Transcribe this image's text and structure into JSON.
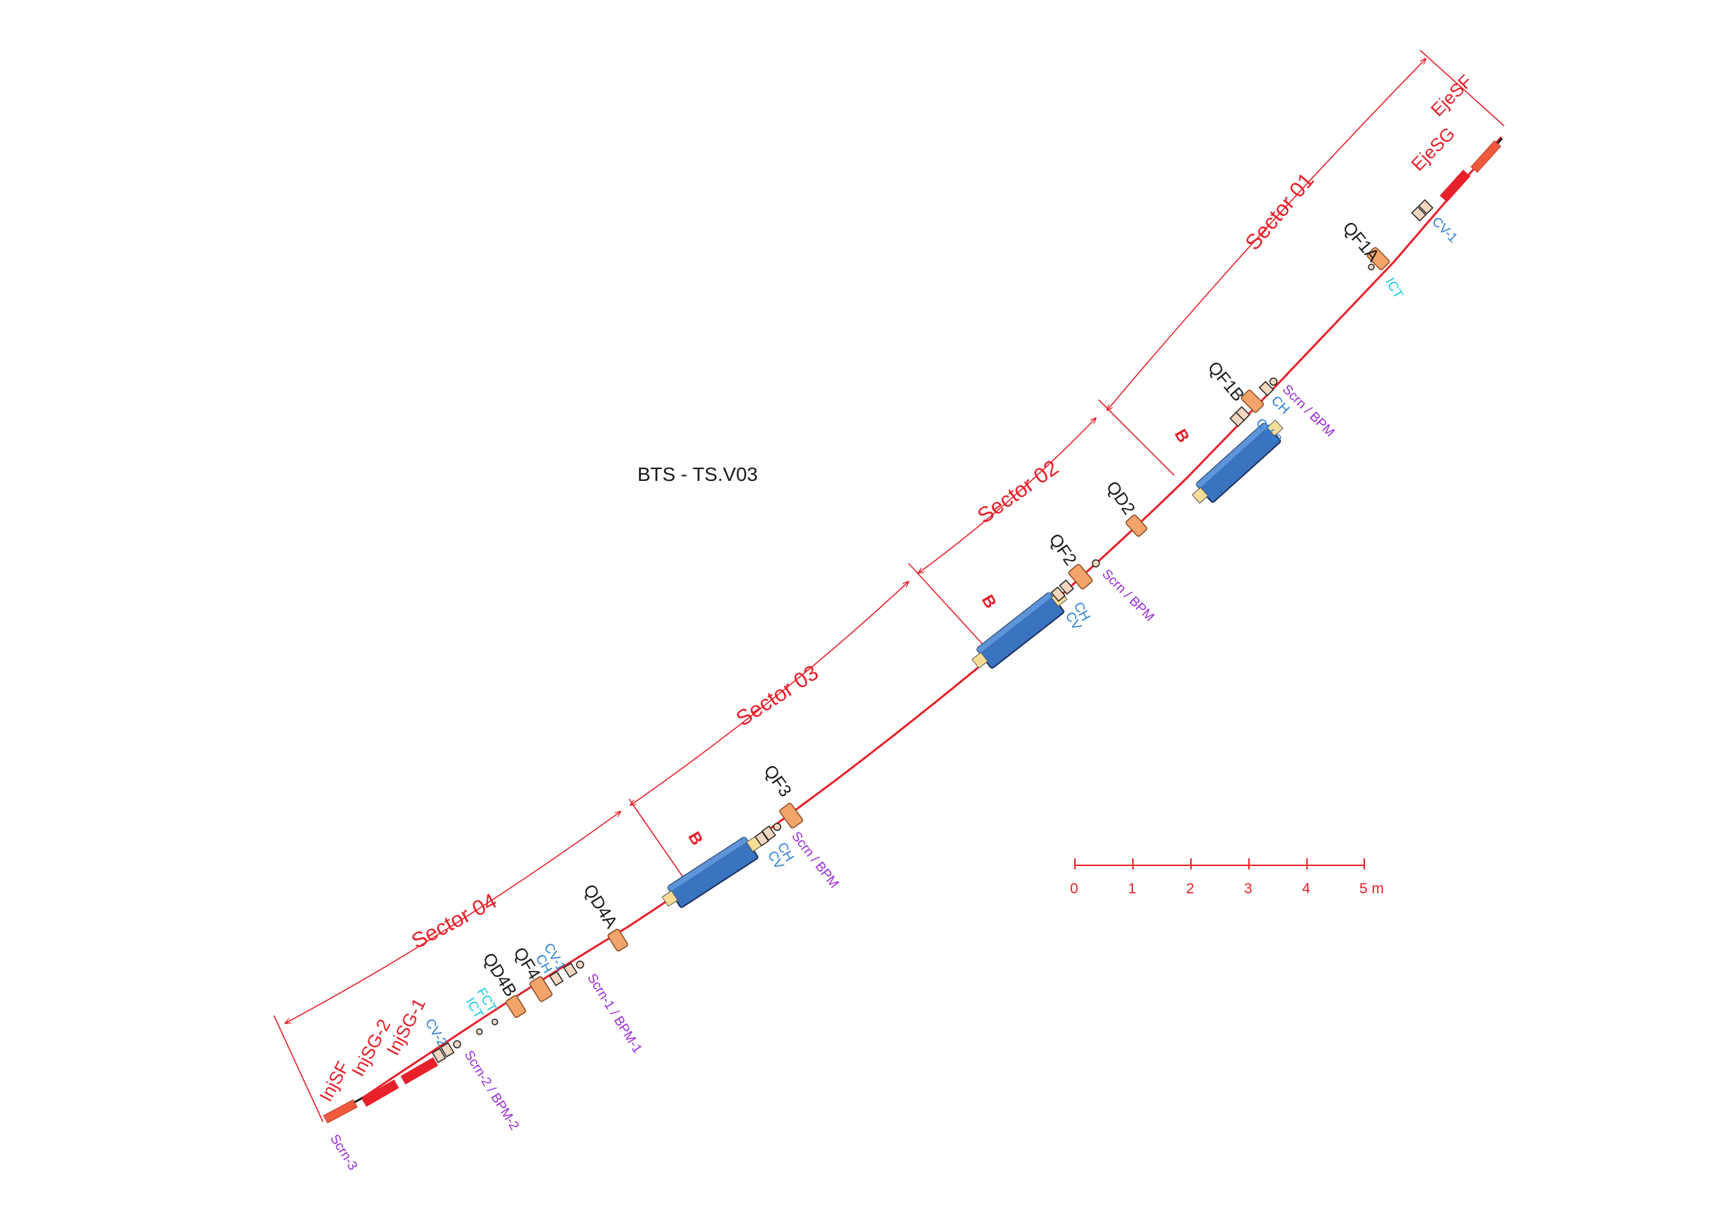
{
  "title": "BTS - TS.V03",
  "colors": {
    "beamline": "#e8202a",
    "dipole": "#3a73c0",
    "quadrupole": "#f2a46a",
    "corrector_label": "#2a7fd6",
    "diagnostic_label": "#9b2bd6",
    "current_monitor_label": "#19cde6"
  },
  "sectors": [
    "Sector 01",
    "Sector 02",
    "Sector 03",
    "Sector 04"
  ],
  "dipole_label": "B",
  "magnets": {
    "qf1a": "QF1A",
    "qf1b": "QF1B",
    "qd2": "QD2",
    "qf2": "QF2",
    "qf3": "QF3",
    "qd4a": "QD4A",
    "qf4": "QF4",
    "qd4b": "QD4B"
  },
  "septa": {
    "ejesf": "EjeSF",
    "ejesg": "EjeSG",
    "injsg1": "InjSG-1",
    "injsg2": "InjSG-2",
    "injsf": "InjSF"
  },
  "correctors": {
    "cv1_top": "CV-1",
    "ch_1b": "CH",
    "cv2_1b": "CV-2",
    "ch_2": "CH",
    "cv_2": "CV",
    "ch_3": "CH",
    "cv_3": "CV",
    "cv1_4": "CV-1",
    "ch_4": "CH",
    "cv2_inj": "CV-2"
  },
  "monitors": {
    "ict_top": "ICT",
    "fct": "FCT",
    "ict_bottom": "ICT"
  },
  "diagnostics": {
    "scrn_bpm_1b": "Scrn / BPM",
    "scrn_bpm_2": "Scrn / BPM",
    "scrn_bpm_3": "Scrn / BPM",
    "scrn1_bpm1": "Scrn-1 / BPM-1",
    "scrn2_bpm2": "Scrn-2 / BPM-2",
    "scrn3": "Scrn-3"
  },
  "scale_bar": {
    "ticks": [
      "0",
      "1",
      "2",
      "3",
      "4",
      "5 m"
    ]
  }
}
